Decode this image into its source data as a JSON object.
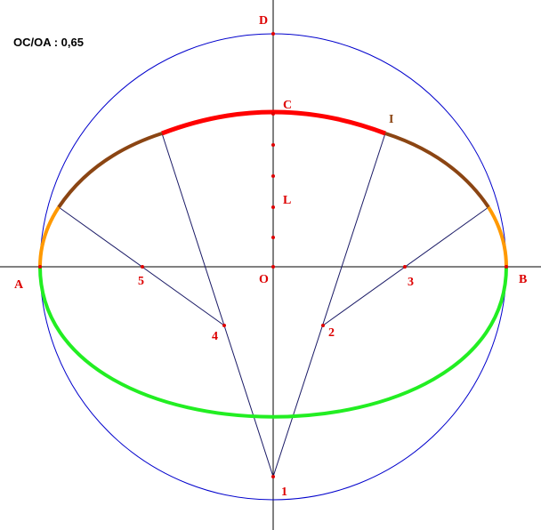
{
  "ratio_readout": "OC/OA  : 0,65",
  "colors": {
    "circle": "#0000cc",
    "construction": "#1a1a66",
    "axis": "#000000",
    "arc_top": "#ff0000",
    "arc_upper_side": "#8b4513",
    "arc_lower": "#22ee22",
    "arc_end": "#ff9900",
    "point": "#dd0000",
    "label_red": "#dd0000",
    "label_brown": "#8b4513"
  },
  "labels": {
    "A": "A",
    "B": "B",
    "C": "C",
    "D": "D",
    "I": "I",
    "L": "L",
    "O": "O",
    "n1": "1",
    "n2": "2",
    "n3": "3",
    "n4": "4",
    "n5": "5"
  }
}
